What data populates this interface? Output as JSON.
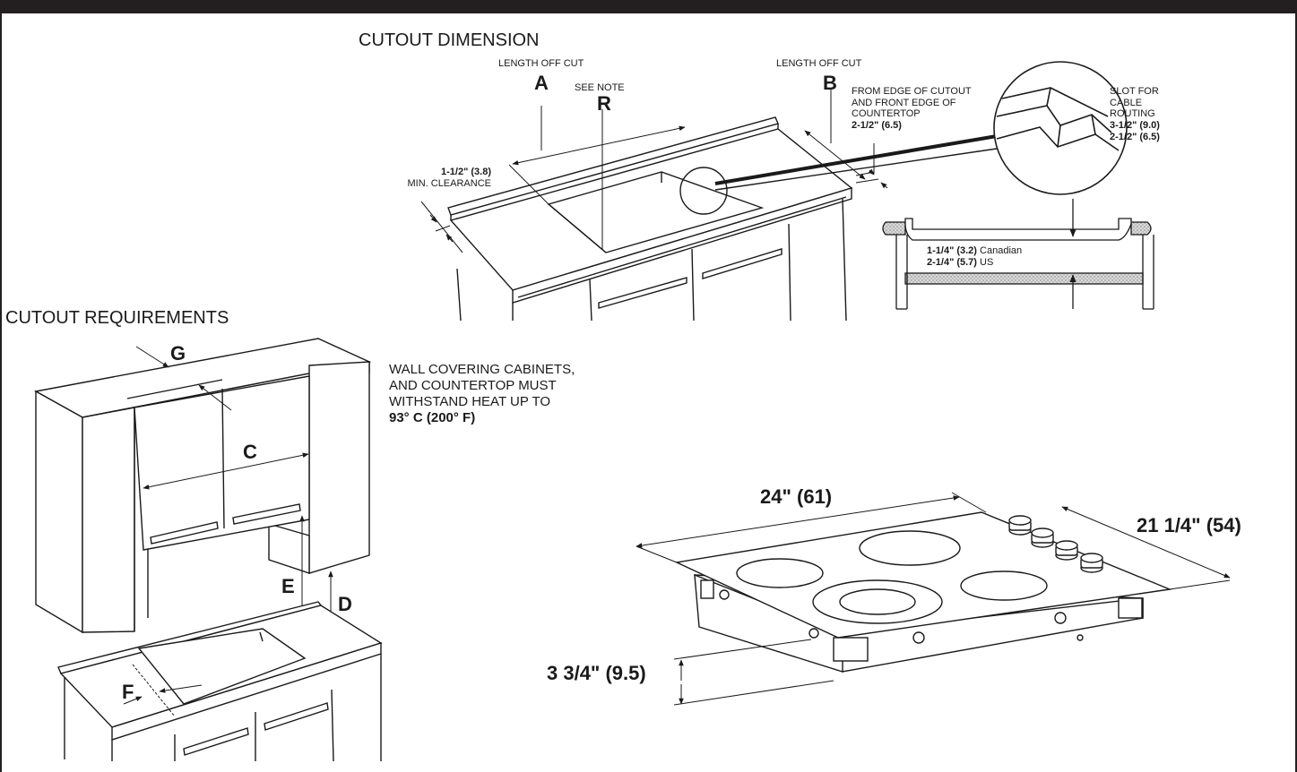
{
  "sections": {
    "cutout_dimension": "CUTOUT DIMENSION",
    "cutout_requirements": "CUTOUT REQUIREMENTS"
  },
  "labels": {
    "length_off_cut_a": "LENGTH OFF CUT",
    "length_off_cut_b": "LENGTH OFF CUT",
    "see_note": "SEE NOTE",
    "letter_a": "A",
    "letter_b": "B",
    "letter_r": "R",
    "letter_c": "C",
    "letter_d": "D",
    "letter_e": "E",
    "letter_f": "F",
    "letter_g": "G"
  },
  "clearance": {
    "value": "1-1/2\" (3.8)",
    "text": "MIN. CLEARANCE"
  },
  "edge_note": {
    "line1": "FROM EDGE OF CUTOUT",
    "line2": "AND FRONT EDGE OF",
    "line3": "COUNTERTOP",
    "value": "2-1/2\" (6.5)"
  },
  "slot_note": {
    "line1": "SLOT FOR",
    "line2": "CABLE",
    "line3": "ROUTING",
    "value1": "3-1/2\" (9.0)",
    "value2": "2-1/2\" (6.5)"
  },
  "depth_note": {
    "canadian_value": "1-1/4\" (3.2)",
    "canadian_label": "Canadian",
    "us_value": "2-1/4\" (5.7)",
    "us_label": "US"
  },
  "wall_note": {
    "line1": "WALL COVERING CABINETS,",
    "line2": "AND COUNTERTOP MUST",
    "line3": "WITHSTAND HEAT UP TO",
    "line4": "93° C (200° F)"
  },
  "cooktop_dimensions": {
    "width": "24\" (61)",
    "depth": "21 1/4\" (54)",
    "height": "3 3/4\" (9.5)"
  }
}
